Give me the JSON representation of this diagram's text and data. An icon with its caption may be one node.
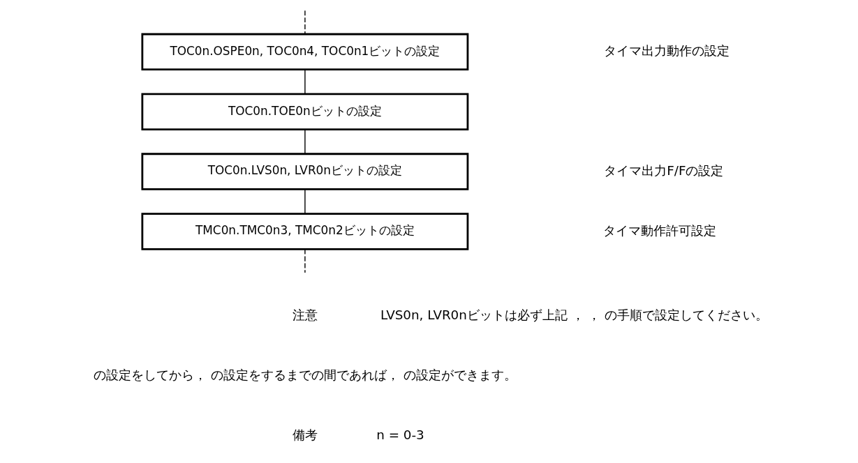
{
  "diagram": {
    "nodes": [
      {
        "text": [
          "TOC0n.OSPE0n, TOC0n4, TOC0n1ビットの設定"
        ]
      },
      {
        "text": [
          "TOC0n.TOE0nビットの設定"
        ]
      },
      {
        "text": [
          "TOC0n.LVS0n, LVR0nビットの設定"
        ]
      },
      {
        "text": [
          "TMC0n.TMC0n3, TMC0n2ビットの設定"
        ]
      }
    ],
    "edges": [
      {
        "from": null,
        "to": 0,
        "arrow": "none",
        "style": "dashed"
      },
      {
        "from": 0,
        "to": 1,
        "arrow": "none"
      },
      {
        "from": 1,
        "to": 2,
        "arrow": "none"
      },
      {
        "from": 2,
        "to": 3,
        "arrow": "none"
      },
      {
        "from": 3,
        "to": null,
        "arrow": "none",
        "style": "dashed"
      }
    ],
    "labels": [
      "タイマ出力動作の設定",
      "タイマ出力F/Fの設定",
      "タイマ動作許可設定",
      "注意",
      "LVS0n, LVR0nビットは必ず上記 ， ， の手順で設定してください。",
      "の設定をしてから， の設定をするまでの間であれば， の設定ができます。",
      "備考",
      "n = 0-3"
    ]
  }
}
